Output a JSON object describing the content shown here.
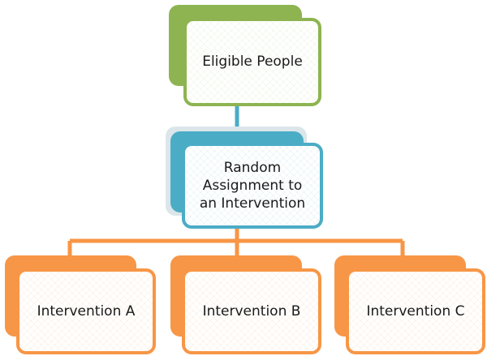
{
  "diagram": {
    "type": "hierarchy",
    "colors": {
      "root": "#8db451",
      "middle": "#4bacc6",
      "leaf": "#f79646",
      "middle_shadow": "#dbe6ea"
    },
    "root": {
      "label": "Eligible People"
    },
    "middle": {
      "label": "Random\nAssignment to\nan Intervention"
    },
    "leaves": [
      {
        "label": "Intervention A"
      },
      {
        "label": "Intervention B"
      },
      {
        "label": "Intervention C"
      }
    ],
    "edges": [
      {
        "from": "Eligible People",
        "to": "Random Assignment to an Intervention"
      },
      {
        "from": "Random Assignment to an Intervention",
        "to": "Intervention A"
      },
      {
        "from": "Random Assignment to an Intervention",
        "to": "Intervention B"
      },
      {
        "from": "Random Assignment to an Intervention",
        "to": "Intervention C"
      }
    ]
  }
}
